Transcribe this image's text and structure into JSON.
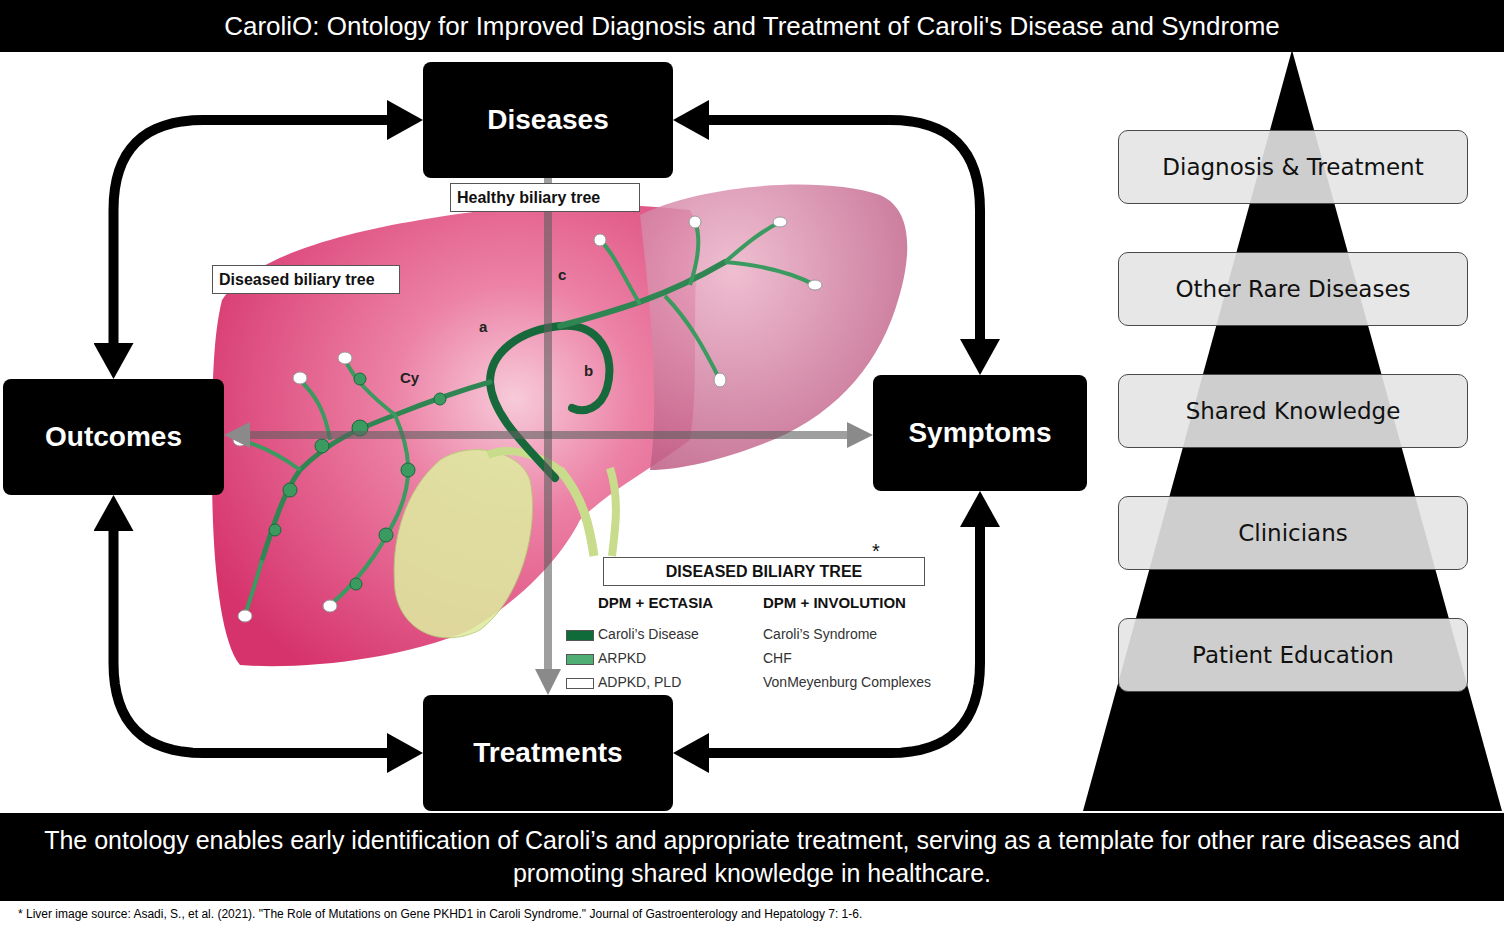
{
  "diagram": {
    "title": "CaroliO: Ontology for Improved Diagnosis and Treatment of Caroli's Disease and Syndrome",
    "caption": "The ontology enables early identification of Caroli’s and appropriate treatment, serving as a template for other rare diseases and promoting shared knowledge in healthcare.",
    "nodes": [
      {
        "text": [
          "Diseases"
        ]
      },
      {
        "text": [
          "Healthy biliary tree"
        ]
      },
      {
        "text": [
          "Diseased biliary tree"
        ]
      },
      {
        "text": [
          "Outcomes"
        ]
      },
      {
        "text": [
          "Symptoms"
        ]
      },
      {
        "text": [
          "DISEASED BILIARY TREE"
        ]
      },
      {
        "text": [
          "Treatments"
        ]
      },
      {
        "text": [
          "Diagnosis & Treatment"
        ]
      },
      {
        "text": [
          "Other Rare Diseases"
        ]
      },
      {
        "text": [
          "Shared Knowledge"
        ]
      },
      {
        "text": [
          "Clinicians"
        ]
      },
      {
        "text": [
          "Patient Education"
        ]
      }
    ],
    "edges": [
      {
        "from": 0,
        "to": 3,
        "arrow": "both"
      },
      {
        "from": 0,
        "to": 4,
        "arrow": "both"
      },
      {
        "from": 3,
        "to": 6,
        "arrow": "both"
      },
      {
        "from": 4,
        "to": 6,
        "arrow": "both"
      },
      {
        "from": 3,
        "to": 4,
        "arrow": "both"
      },
      {
        "from": 0,
        "to": 6,
        "arrow": "to"
      }
    ],
    "labels": [
      "a",
      "b",
      "c",
      "Cy",
      "*",
      "DPM + ECTASIA",
      "DPM + INVOLUTION",
      "Caroli’s Syndrome",
      "CHF",
      "VonMeyenburg Complexes",
      "* Liver image source: Asadi, S., et al. (2021). \"The Role of Mutations on Gene PKHD1 in Caroli Syndrome.\" Journal of Gastroenterology and Hepatology 7: 1-6."
    ],
    "legend": [
      {
        "text": "Caroli’s Disease",
        "color": "#0f6b3a"
      },
      {
        "text": "ARPKD",
        "color": "#4fae74"
      },
      {
        "text": "ADPKD, PLD",
        "color": "#ffffff"
      }
    ]
  }
}
